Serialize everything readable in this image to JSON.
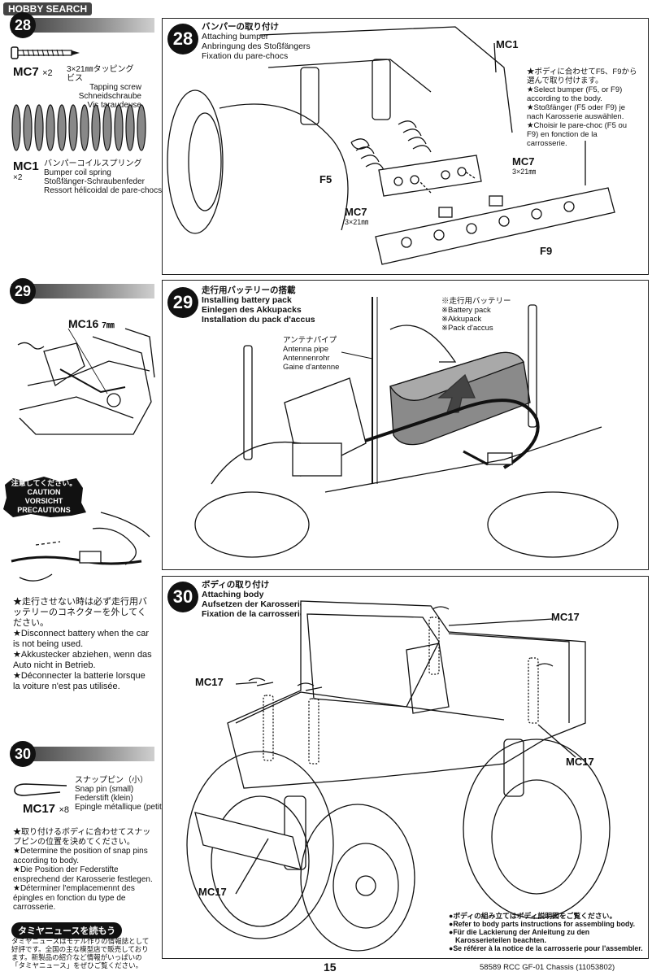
{
  "watermark": {
    "brand": "HOBBY SEARCH"
  },
  "left": {
    "step28": {
      "number": "28",
      "parts": [
        {
          "code": "MC7",
          "qty": "×2",
          "jp": "3×21㎜タッピングビス",
          "en": "Tapping screw",
          "de": "Schneidschraube",
          "fr": "Vis taraudeuse"
        },
        {
          "code": "MC1",
          "qty": "×2",
          "jp": "バンパーコイルスプリング",
          "en": "Bumper coil spring",
          "de": "Stoßfänger-Schraubenfeder",
          "fr": "Ressort hélicoidal de pare-chocs"
        }
      ]
    },
    "step29": {
      "number": "29",
      "part_label": "MC16",
      "part_size": "7㎜",
      "caution": {
        "jp": "注意してください。",
        "en": "CAUTION",
        "de": "VORSICHT",
        "fr": "PRECAUTIONS"
      },
      "notes": {
        "jp": "★走行させない時は必ず走行用バッテリーのコネクターを外してください。",
        "en": "★Disconnect battery when the car is not being used.",
        "de": "★Akkustecker abziehen, wenn das Auto nicht in Betrieb.",
        "fr": "★Déconnecter la batterie lorsque la voiture n'est pas utilisée."
      }
    },
    "step30": {
      "number": "30",
      "part": {
        "code": "MC17",
        "qty": "×8",
        "jp": "スナップピン（小）",
        "en": "Snap pin (small)",
        "de": "Federstift (klein)",
        "fr": "Epingle métallique (petite)"
      },
      "notes": {
        "jp": "★取り付けるボディに合わせてスナップピンの位置を決めてください。",
        "en": "★Determine the position of snap pins according to body.",
        "de": "★Die Position der Federstifte ensprechend der Karosserie festlegen.",
        "fr": "★Déterminer l'emplacemennt des épingles en fonction du type de carrosserie."
      }
    },
    "news": {
      "title": "タミヤニュースを読もう",
      "body": "タミヤニュースはモデル作りの情報誌として好評です。全国の主な模型店で販売しております。新製品の紹介など情報がいっぱいの「タミヤニュース」をぜひご覧ください。"
    }
  },
  "panels": {
    "p28": {
      "number": "28",
      "title_jp": "バンパーの取り付け",
      "title_en": "Attaching bumper",
      "title_de": "Anbringung des Stoßfängers",
      "title_fr": "Fixation du pare-chocs",
      "labels": {
        "mc1": "MC1",
        "mc7a": "MC7",
        "mc7a_size": "3×21㎜",
        "mc7b": "MC7",
        "mc7b_size": "3×21㎜",
        "f5": "F5",
        "f9": "F9"
      },
      "note": [
        "★ボディに合わせてF5、F9から",
        "選んで取り付けます。",
        "★Select bumper (F5, or F9)",
        "according to the body.",
        "★Stoßfänger (F5 oder F9) je",
        "nach Karosserie auswählen.",
        "★Choisir le pare-choc (F5 ou",
        "F9) en fonction de la",
        "carrosserie."
      ]
    },
    "p29": {
      "number": "29",
      "title_jp": "走行用バッテリーの搭載",
      "title_en": "Installing battery pack",
      "title_de": "Einlegen des Akkupacks",
      "title_fr": "Installation du pack d'accus",
      "battery": [
        "※走行用バッテリー",
        "※Battery pack",
        "※Akkupack",
        "※Pack d'accus"
      ],
      "antenna": [
        "アンテナパイプ",
        "Antenna pipe",
        "Antennenrohr",
        "Gaine d'antenne"
      ]
    },
    "p30": {
      "number": "30",
      "title_jp": "ボディの取り付け",
      "title_en": "Attaching body",
      "title_de": "Aufsetzen der Karosserie",
      "title_fr": "Fixation de la carrosserie",
      "labels": {
        "a": "MC17",
        "b": "MC17",
        "c": "MC17",
        "d": "MC17"
      },
      "note": [
        "●ボディの組み立てはボディ説明図をご覧ください。",
        "●Refer to body parts instructions for assembling body.",
        "●Für die Lackierung der Anleitung zu den",
        "Karosserieteilen beachten.",
        "●Se référer à la notice de la carrosserie pour l'assembler."
      ]
    }
  },
  "footer": {
    "page": "15",
    "code": "58589",
    "name": "RCC GF-01 Chassis",
    "ref": "(11053802)"
  }
}
